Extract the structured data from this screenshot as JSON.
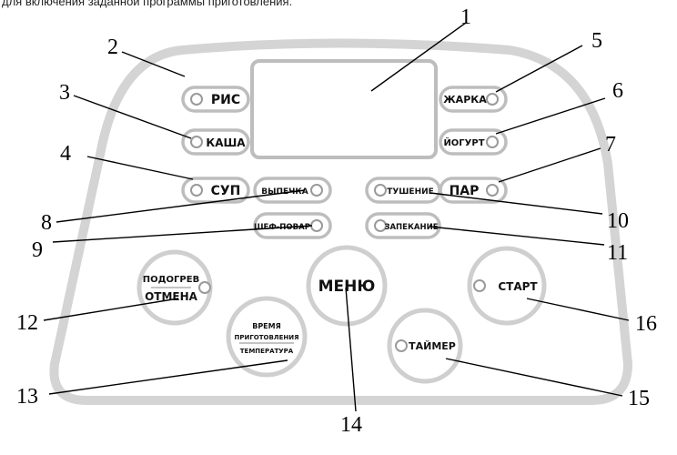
{
  "caption": "для  включения заданной программы приготовления.",
  "buttons": {
    "ris": "РИС",
    "kasha": "КАША",
    "sup": "СУП",
    "vypechka": "ВЫПЕЧКА",
    "shef_povar": "ШЕФ-ПОВАР",
    "zharka": "ЖАРКА",
    "yogurt": "ЙОГУРТ",
    "par": "ПАР",
    "tushenie": "ТУШЕНИЕ",
    "zapekanie": "ЗАПЕКАНИЕ",
    "podogrev": "ПОДОГРЕВ",
    "otmena": "ОТМЕНА",
    "menu": "МЕНЮ",
    "vremya_line1": "ВРЕМЯ",
    "vremya_line2": "ПРИГОТОВЛЕНИЯ",
    "temperatura": "ТЕМПЕРАТУРА",
    "taimer": "ТАЙМЕР",
    "start": "СТАРТ"
  },
  "callouts": {
    "n1": "1",
    "n2": "2",
    "n3": "3",
    "n4": "4",
    "n5": "5",
    "n6": "6",
    "n7": "7",
    "n8": "8",
    "n9": "9",
    "n10": "10",
    "n11": "11",
    "n12": "12",
    "n13": "13",
    "n14": "14",
    "n15": "15",
    "n16": "16"
  }
}
